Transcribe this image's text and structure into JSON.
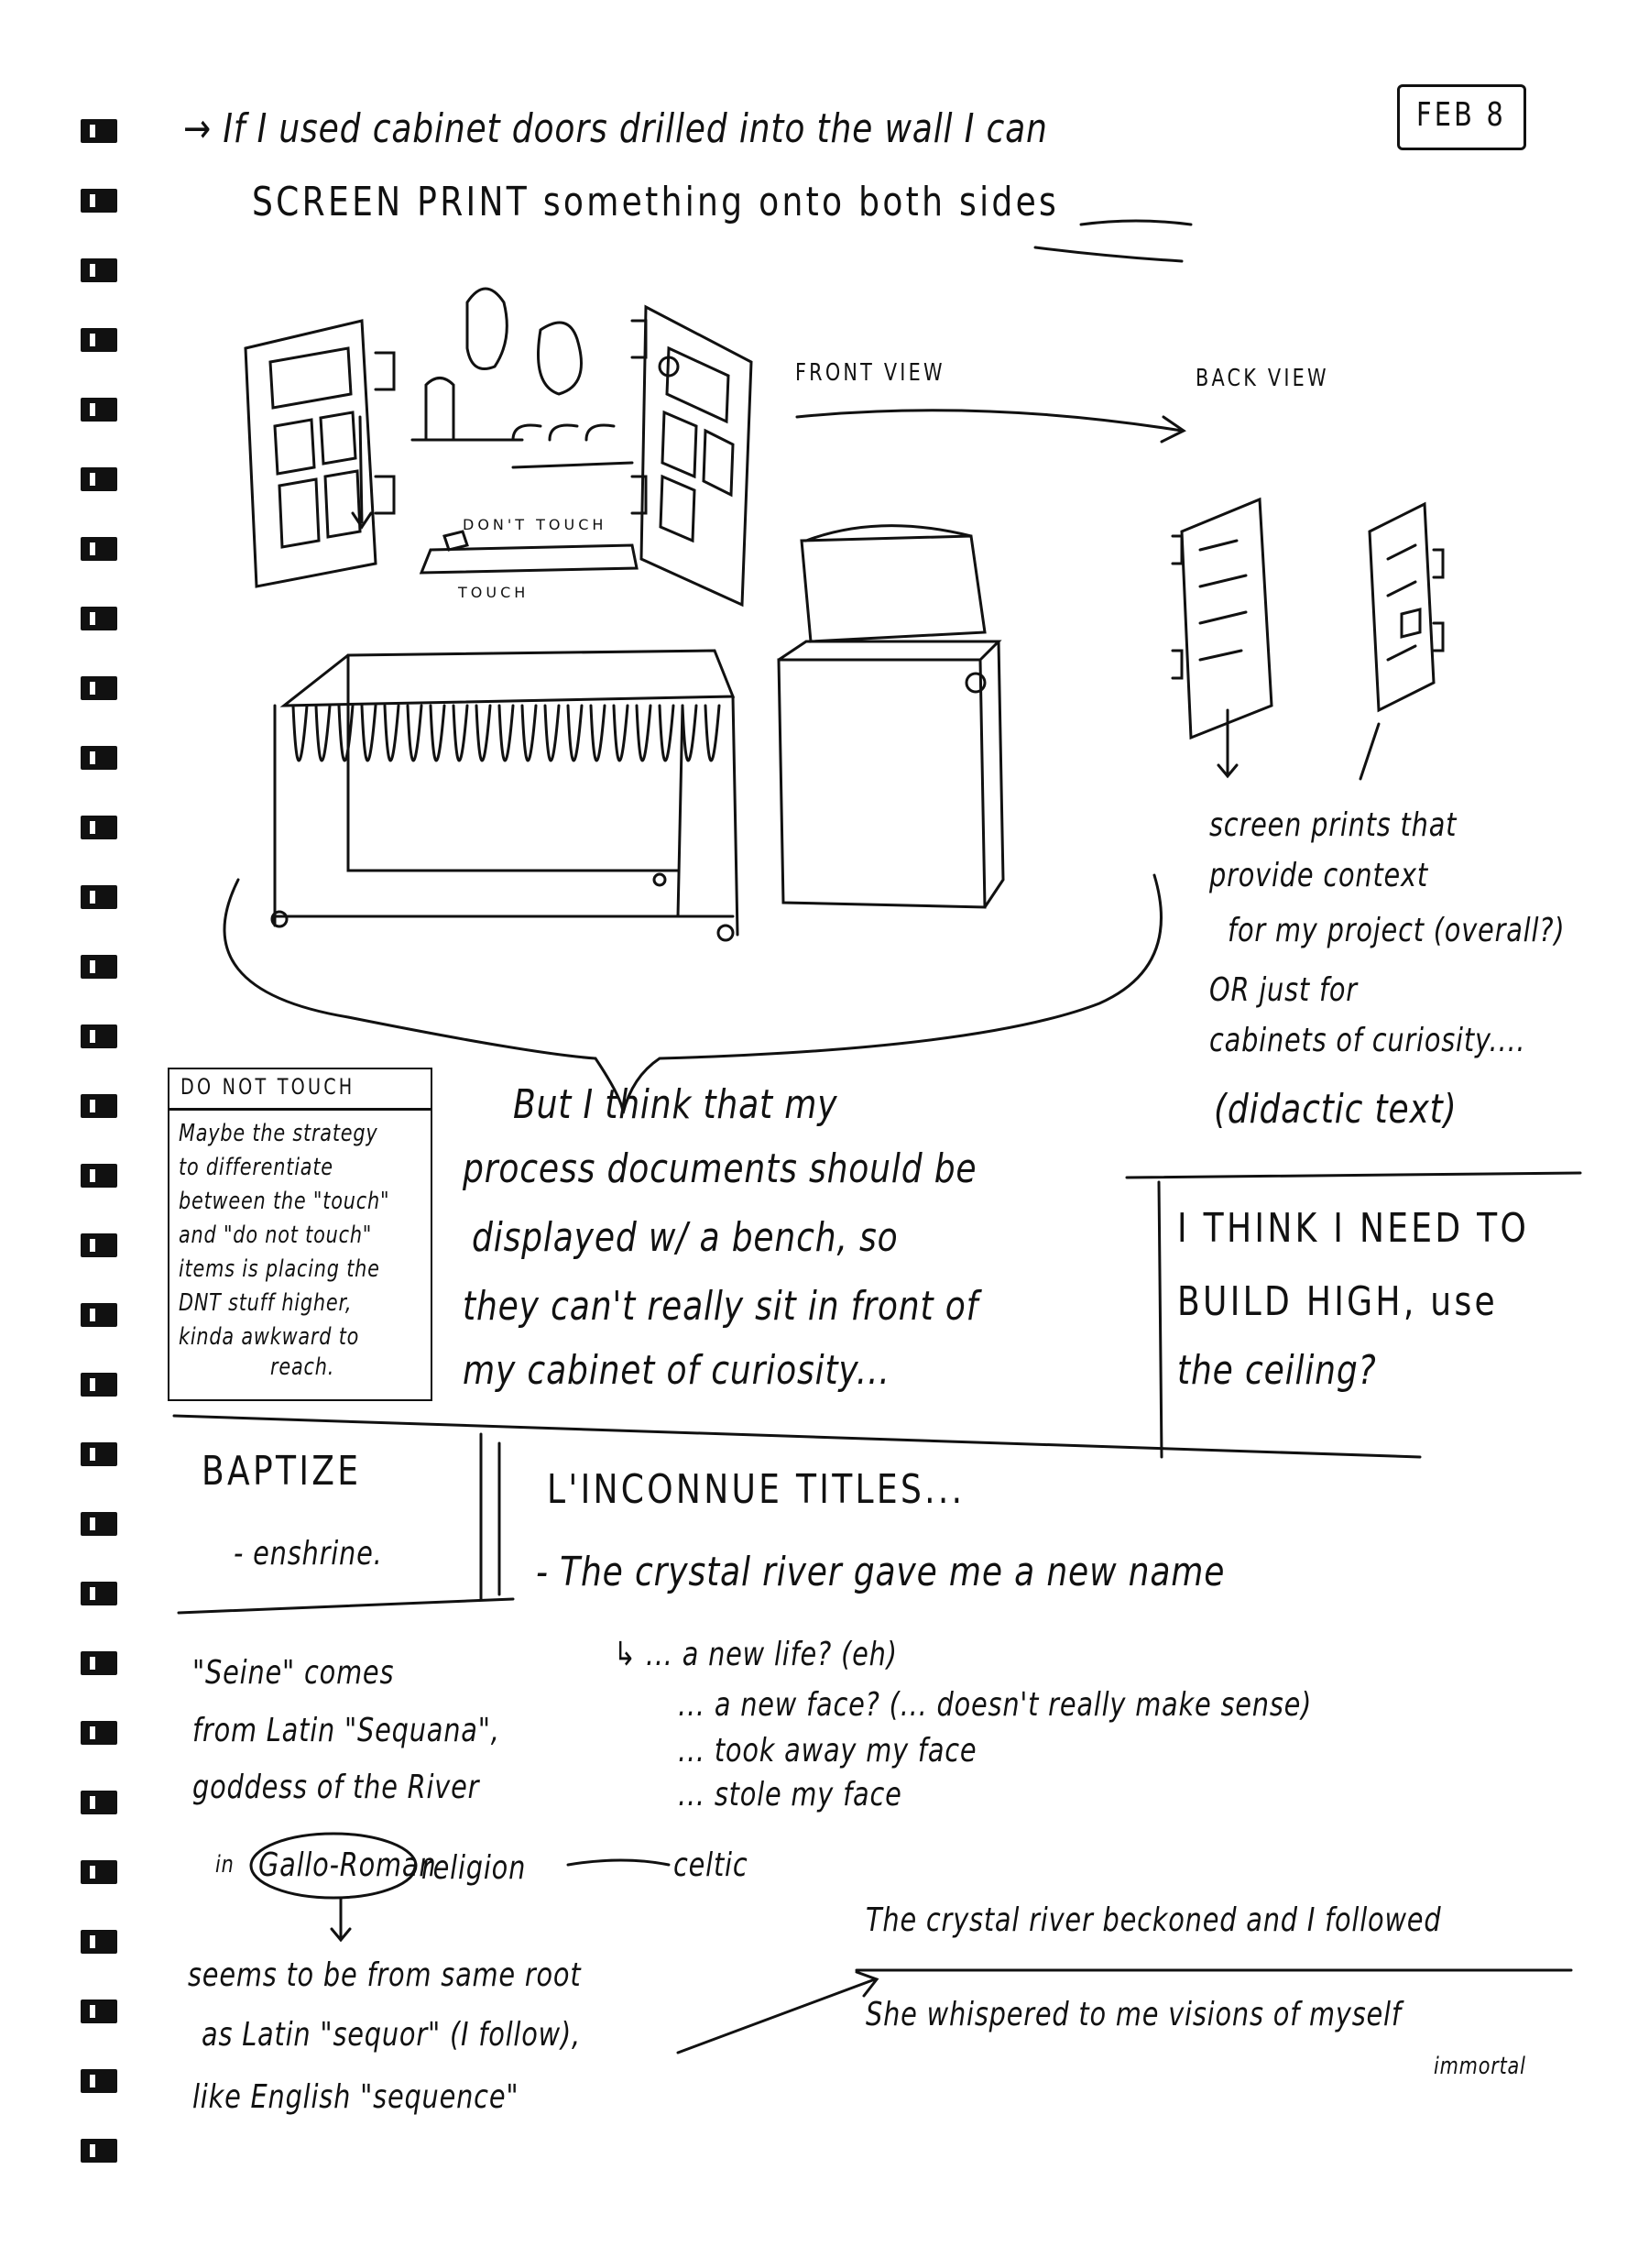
{
  "header": {
    "line1": "→ If I used cabinet doors drilled into the wall I can",
    "line2": "SCREEN PRINT something onto both sides",
    "date": "FEB 8"
  },
  "sketch": {
    "front_view": "FRONT VIEW",
    "back_view": "BACK VIEW",
    "dont_touch": "DON'T TOUCH",
    "touch": "TOUCH"
  },
  "back_note": [
    "screen prints that",
    "provide context",
    "for my project (overall?)",
    "OR just for",
    "cabinets of curiosity....",
    "(didactic text)"
  ],
  "dnt_box": {
    "title": "DO NOT TOUCH",
    "lines": [
      "Maybe the strategy",
      "to differentiate",
      "between the \"touch\"",
      "and \"do not touch\"",
      "items is placing the",
      "DNT stuff higher,",
      "kinda awkward to",
      "reach."
    ]
  },
  "bench_note": [
    "But I think that my",
    "process documents should be",
    "displayed w/ a bench, so",
    "they can't really sit in front of",
    "my cabinet of curiosity..."
  ],
  "build_high": [
    "I THINK I NEED TO",
    "BUILD HIGH, use",
    "the ceiling?"
  ],
  "baptize": {
    "title": "BAPTIZE",
    "item": "- enshrine."
  },
  "titles": {
    "heading": "L'INCONNUE TITLES...",
    "main": "- The crystal river gave me a new name",
    "subs": [
      "↳ ... a new life? (eh)",
      "... a new face? (... doesn't really make sense)",
      "... took away my face",
      "... stole my face"
    ]
  },
  "seine": {
    "lines": [
      "\"Seine\" comes",
      "from Latin \"Sequana\",",
      "goddess of the River"
    ],
    "in": "in",
    "circled": "Gallo-Roman",
    "religion": "religion",
    "celtic": "celtic",
    "root": [
      "seems to be from same root",
      "as Latin \"sequor\" (I follow),",
      "like English \"sequence\""
    ]
  },
  "poem": {
    "line1": "The crystal river beckoned and I followed",
    "line2": "She whispered to me visions of myself",
    "line3": "immortal"
  }
}
